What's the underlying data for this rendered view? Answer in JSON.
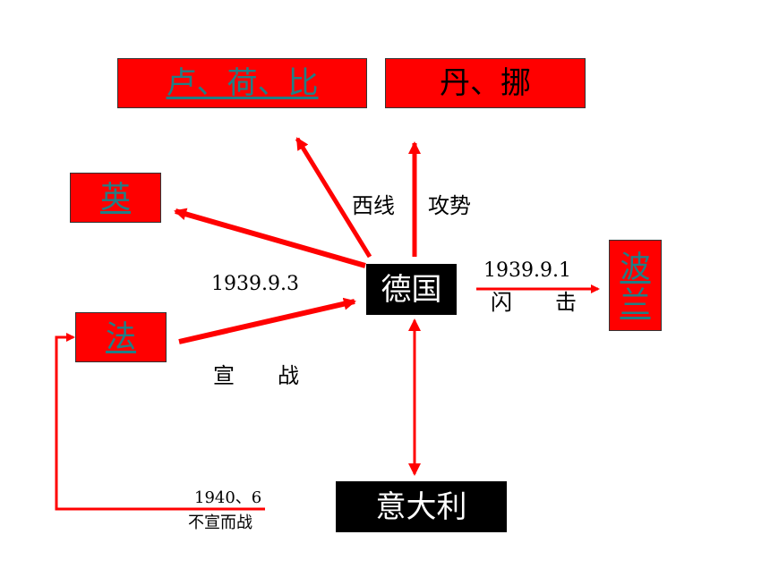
{
  "colors": {
    "box_red": "#ff0000",
    "link_text": "#1f7f86",
    "arrow_red": "#ff0000",
    "black_box": "#000000"
  },
  "boxes": {
    "lhb": "卢、荷、比",
    "dn": "丹、挪",
    "uk": "英",
    "germany": "德国",
    "poland_1": "波",
    "poland_2": "兰",
    "france": "法",
    "italy": "意大利"
  },
  "labels": {
    "west_front": "西线",
    "offensive": "攻势",
    "date_uk_fr": "1939.9.3",
    "declare": "宣",
    "war": "战",
    "date_poland": "1939.9.1",
    "blitz_1": "闪",
    "blitz_2": "击",
    "date_italy": "1940、6",
    "undeclared": "不宣而战"
  }
}
